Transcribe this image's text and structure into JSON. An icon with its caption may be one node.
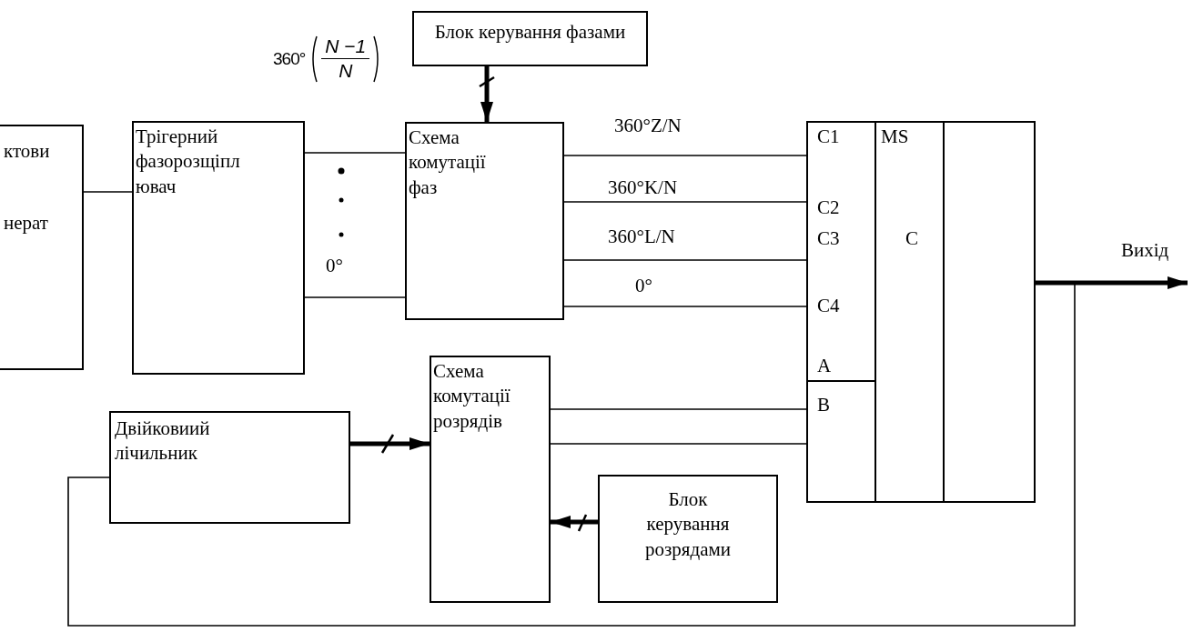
{
  "diagram": {
    "nodes": [
      {
        "text": [
          "ктови",
          "нерат"
        ]
      },
      {
        "text": [
          "Трігерний фазорозщіплювач"
        ]
      },
      {
        "text": [
          "Блок керування фазами"
        ]
      },
      {
        "text": [
          "Схема комутації фаз"
        ]
      },
      {
        "text": [
          "C1",
          "C2",
          "C3",
          "C4",
          "A",
          "B",
          "MS",
          "C"
        ]
      },
      {
        "text": [
          "Схема комутації розрядів"
        ]
      },
      {
        "text": [
          "Двійковиий лічильник"
        ]
      },
      {
        "text": [
          "Блок керування розрядами"
        ]
      }
    ],
    "edges": [
      {
        "from": 0,
        "to": 1,
        "arrow": "none"
      },
      {
        "from": 1,
        "to": 3,
        "arrow": "none"
      },
      {
        "from": 1,
        "to": 3,
        "arrow": "none",
        "label": "0°"
      },
      {
        "from": 2,
        "to": 3,
        "arrow": "to",
        "style": "thick"
      },
      {
        "from": 3,
        "to": 4,
        "arrow": "none",
        "label": "360°Z/N"
      },
      {
        "from": 3,
        "to": 4,
        "arrow": "none",
        "label": "360°K/N"
      },
      {
        "from": 3,
        "to": 4,
        "arrow": "none",
        "label": "360°L/N"
      },
      {
        "from": 3,
        "to": 4,
        "arrow": "none",
        "label": "0°"
      },
      {
        "from": 5,
        "to": 4,
        "arrow": "none"
      },
      {
        "from": 5,
        "to": 4,
        "arrow": "none"
      },
      {
        "from": 6,
        "to": 5,
        "arrow": "to",
        "style": "thick"
      },
      {
        "from": 7,
        "to": 5,
        "arrow": "to",
        "style": "thick"
      },
      {
        "from": 4,
        "to": null,
        "arrow": "to",
        "style": "thick",
        "label": "Вихід"
      },
      {
        "from": 4,
        "to": 6,
        "arrow": "none"
      }
    ],
    "labels": [
      "360°",
      "N −1",
      "N"
    ]
  }
}
